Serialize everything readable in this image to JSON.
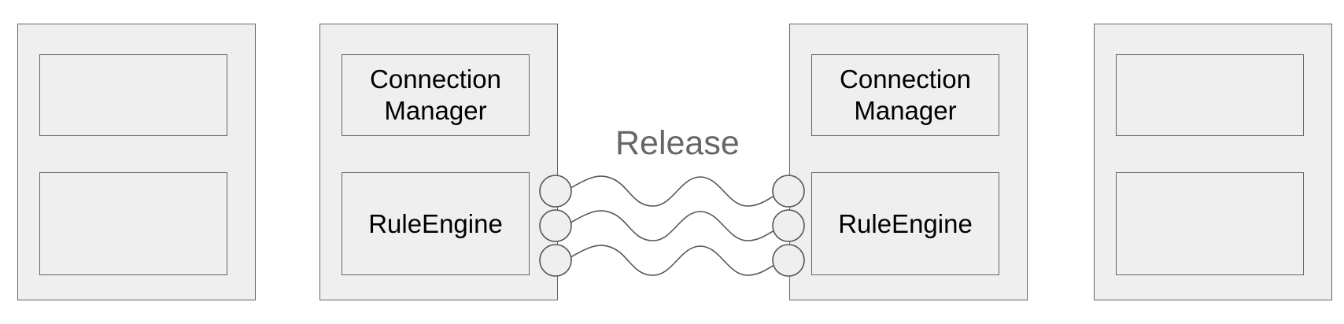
{
  "nodes": [
    {
      "id": "node-1",
      "top_label": "",
      "bottom_label": ""
    },
    {
      "id": "node-2",
      "top_label": "Connection\nManager",
      "bottom_label": "RuleEngine"
    },
    {
      "id": "node-3",
      "top_label": "Connection\nManager",
      "bottom_label": "RuleEngine"
    },
    {
      "id": "node-4",
      "top_label": "",
      "bottom_label": ""
    }
  ],
  "labels": {
    "node2_top_line1": "Connection",
    "node2_top_line2": "Manager",
    "node2_bottom": "RuleEngine",
    "node3_top_line1": "Connection",
    "node3_top_line2": "Manager",
    "node3_bottom": "RuleEngine",
    "link": "Release"
  },
  "links": {
    "count": 3
  },
  "colors": {
    "box_fill": "#efefef",
    "box_stroke": "#666666",
    "link_label": "#666666",
    "text": "#000000"
  }
}
